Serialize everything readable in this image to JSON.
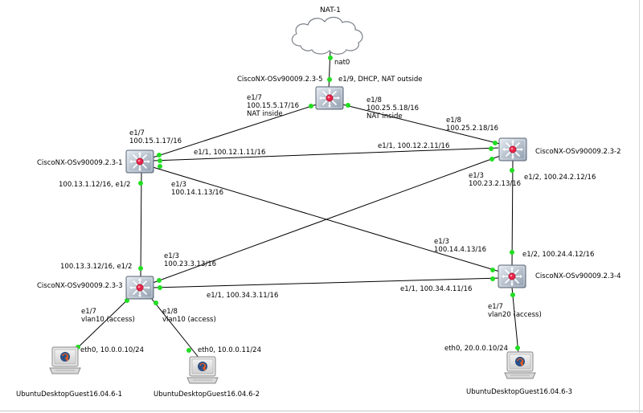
{
  "cloud": {
    "label": "NAT-1"
  },
  "nodes": {
    "sw5": {
      "name": "CiscoNX-OSv90009.2.3-5"
    },
    "sw1": {
      "name": "CiscoNX-OSv90009.2.3-1"
    },
    "sw2": {
      "name": "CiscoNX-OSv90009.2.3-2"
    },
    "sw3": {
      "name": "CiscoNX-OSv90009.2.3-3"
    },
    "sw4": {
      "name": "CiscoNX-OSv90009.2.3-4"
    },
    "pc1": {
      "name": "UbuntuDesktopGuest16.04.6-1"
    },
    "pc2": {
      "name": "UbuntuDesktopGuest16.04.6-2"
    },
    "pc3": {
      "name": "UbuntuDesktopGuest16.04.6-3"
    }
  },
  "labels": {
    "nat0": "nat0",
    "sw5_e19": "e1/9, DHCP, NAT outside",
    "sw5_e17_l1": "e1/7",
    "sw5_e17_l2": "100.15.5.17/16",
    "sw5_e17_l3": "NAT inside",
    "sw5_e18_l1": "e1/8",
    "sw5_e18_l2": "100.25.5.18/16",
    "sw5_e18_l3": "NAT inside",
    "sw1_e17_l1": "e1/7",
    "sw1_e17_l2": "100.15.1.17/16",
    "sw2_e18_l1": "e1/8",
    "sw2_e18_l2": "100.25.2.18/16",
    "sw1_e11": "e1/1, 100.12.1.11/16",
    "sw2_e11": "e1/1, 100.12.2.11/16",
    "sw1_e12": "100.13.1.12/16, e1/2",
    "sw1_e13_l1": "e1/3",
    "sw1_e13_l2": "100.14.1.13/16",
    "sw2_e13_l1": "e1/3",
    "sw2_e13_l2": "100.23.2.13/16",
    "sw2_e12": "e1/2, 100.24.2.12/16",
    "sw3_e12": "100.13.3.12/16, e1/2",
    "sw3_e13_l1": "e1/3",
    "sw3_e13_l2": "100.23.3.13/16",
    "sw4_e13_l1": "e1/3",
    "sw4_e13_l2": "100.14.4.13/16",
    "sw4_e12": "e1/2, 100.24.4.12/16",
    "sw3_e11": "e1/1, 100.34.3.11/16",
    "sw4_e11": "e1/1, 100.34.4.11/16",
    "sw3_e17_l1": "e1/7",
    "sw3_e17_l2": "vlan10 (access)",
    "sw3_e18_l1": "e1/8",
    "sw3_e18_l2": "vlan10 (access)",
    "sw4_e17_l1": "e1/7",
    "sw4_e17_l2": "vlan20 (access)",
    "pc1_eth0": "eth0, 10.0.0.10/24",
    "pc2_eth0": "eth0, 10.0.0.11/24",
    "pc3_eth0": "eth0, 20.0.0.10/24"
  },
  "colors": {
    "link": "#000000",
    "port_up": "#22dd22",
    "switch_body": "#b8c4d2",
    "switch_core": "#e8234a",
    "cloud_fill": "#ffffff",
    "cloud_stroke": "#7c8088"
  }
}
